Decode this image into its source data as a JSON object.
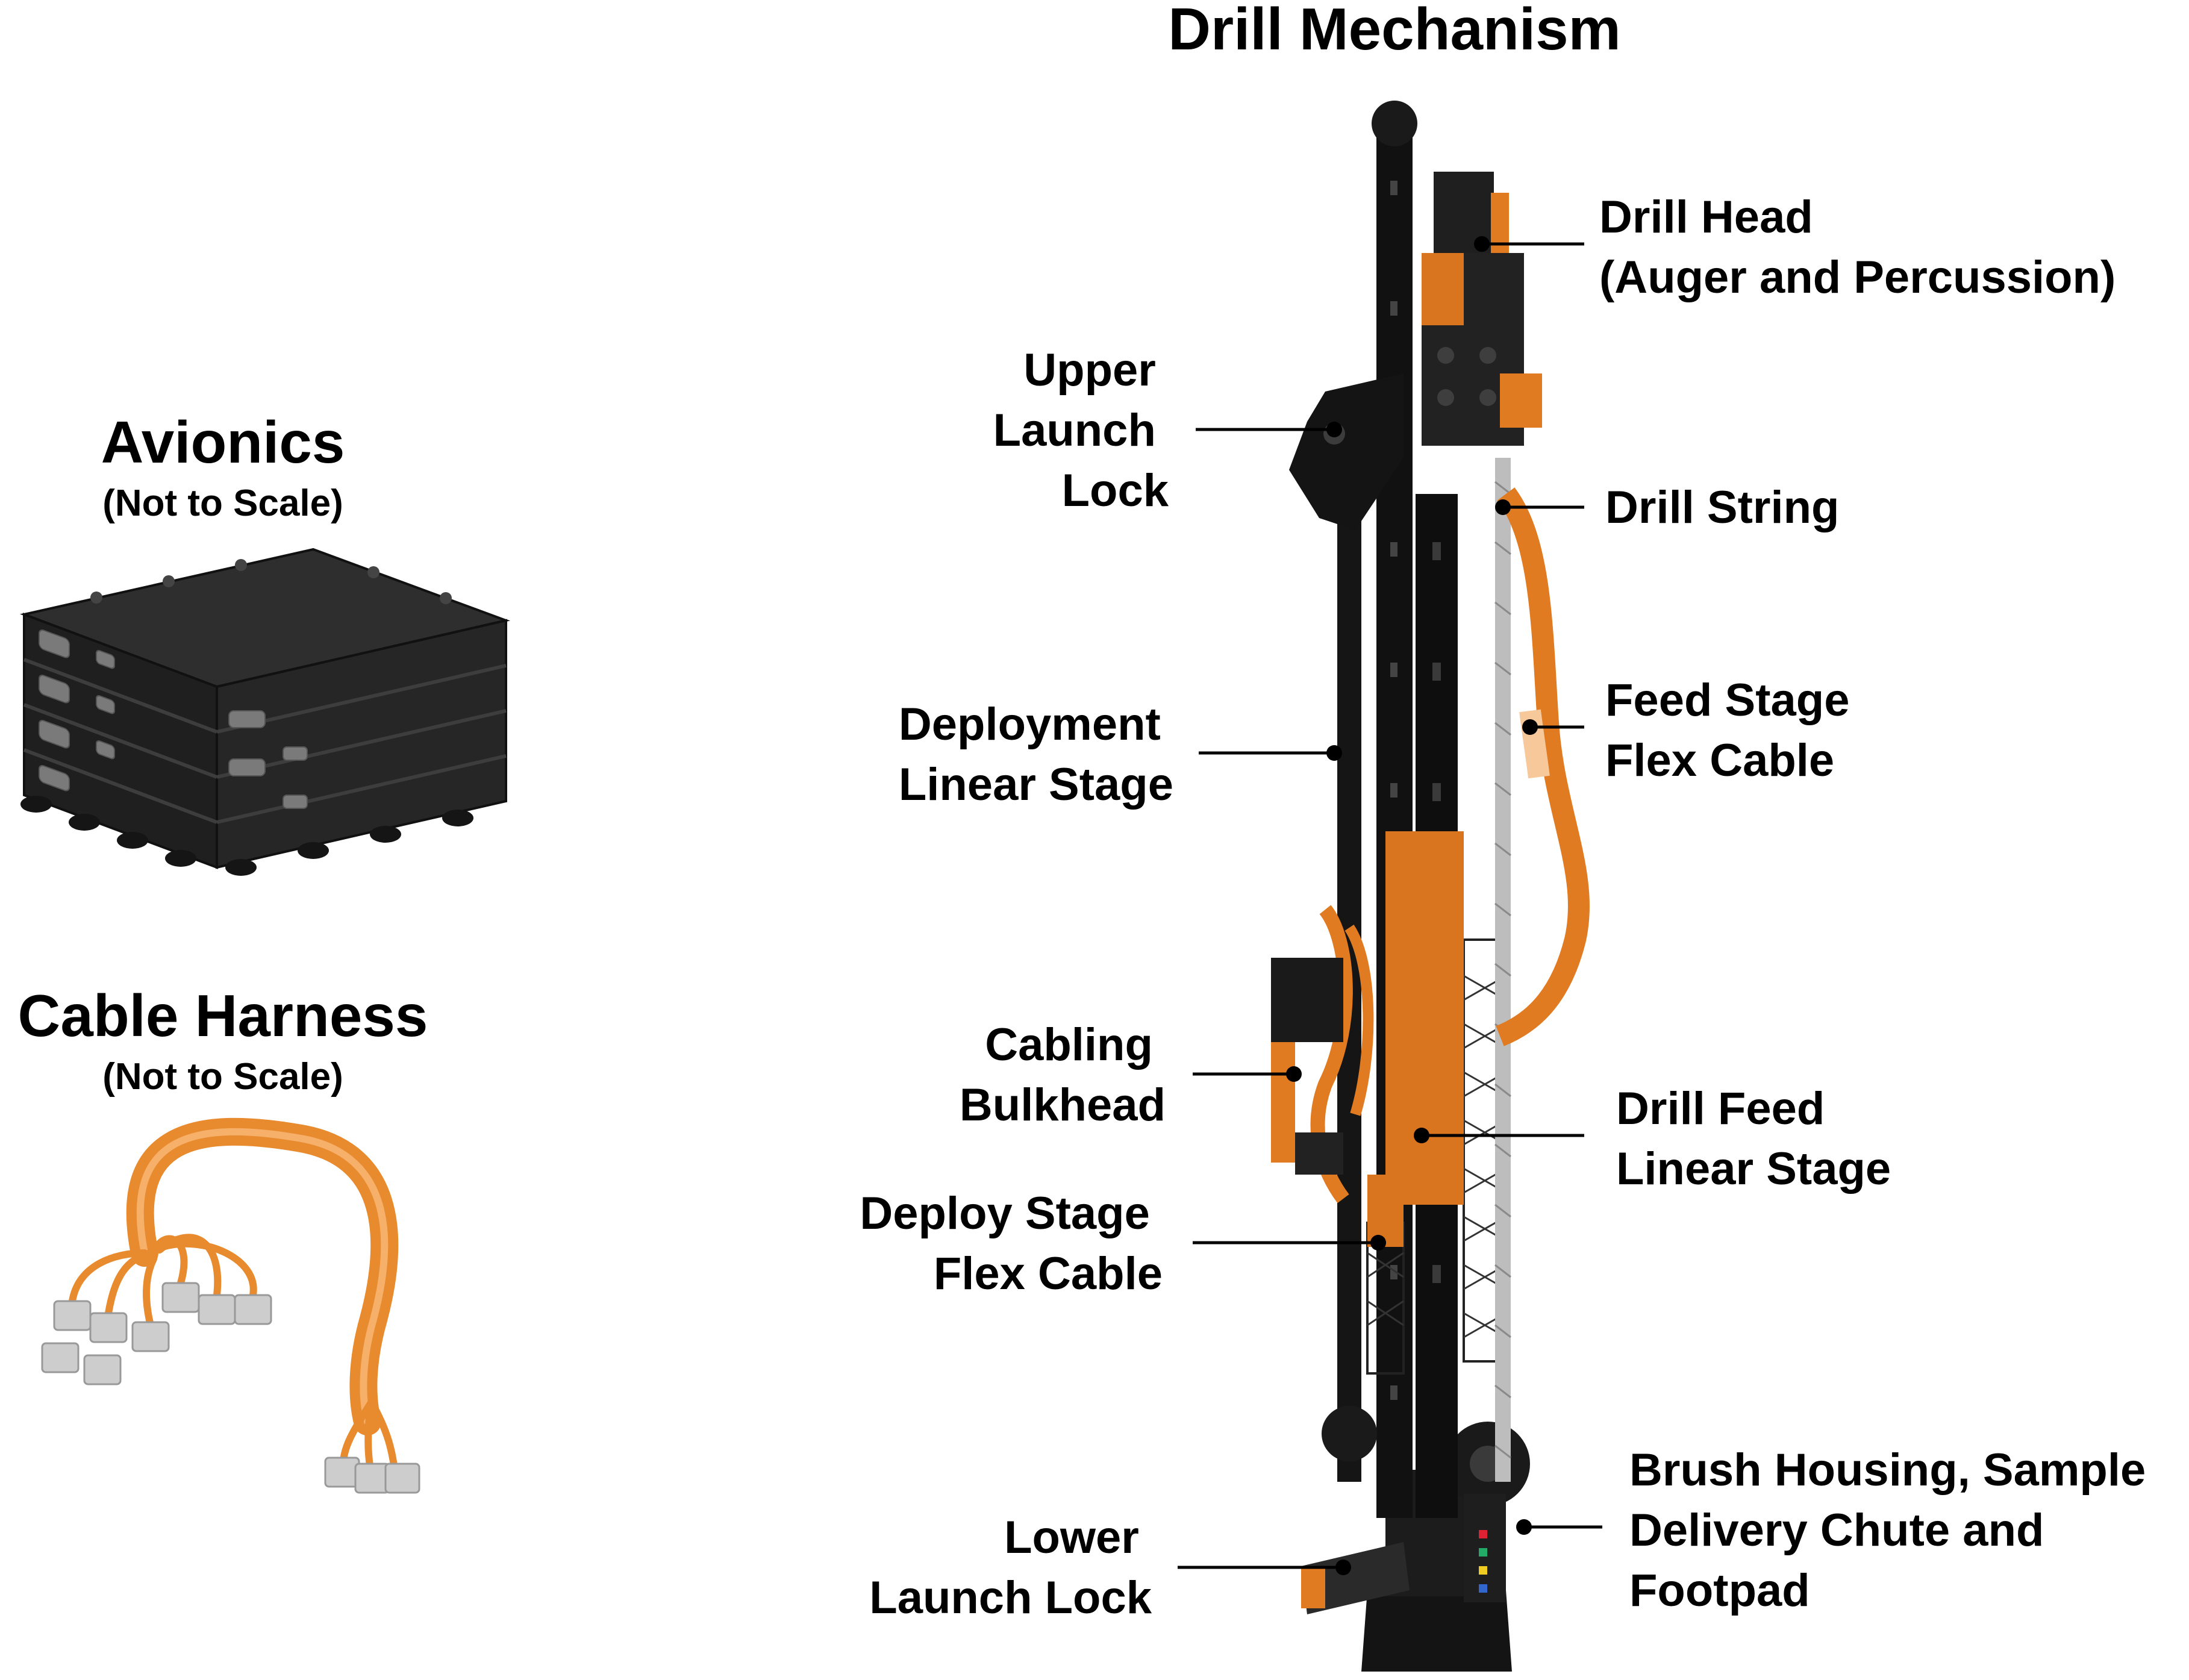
{
  "titles": {
    "drill_mechanism": "Drill Mechanism",
    "avionics": "Avionics",
    "avionics_note": "(Not to Scale)",
    "cable_harness": "Cable Harness",
    "cable_harness_note": "(Not to Scale)"
  },
  "labels": {
    "drill_head": [
      "Drill Head",
      "(Auger and Percussion)"
    ],
    "upper_launch_lock": [
      "Upper",
      "Launch",
      "Lock"
    ],
    "drill_string": [
      "Drill String"
    ],
    "deployment_linear_stage": [
      "Deployment",
      "Linear Stage"
    ],
    "feed_stage_flex_cable": [
      "Feed Stage",
      "Flex Cable"
    ],
    "cabling_bulkhead": [
      "Cabling",
      "Bulkhead"
    ],
    "drill_feed_linear_stage": [
      "Drill Feed",
      "Linear Stage"
    ],
    "deploy_stage_flex_cable": [
      "Deploy Stage",
      "Flex Cable"
    ],
    "brush_housing": [
      "Brush Housing, Sample",
      "Delivery Chute and",
      "Footpad"
    ],
    "lower_launch_lock": [
      "Lower",
      "Launch Lock"
    ]
  },
  "colors": {
    "orange": "#e07b22",
    "orange_light": "#f39a3c",
    "dark": "#2a2a2a",
    "black": "#111111",
    "connector_gray": "#c9c9c9"
  }
}
